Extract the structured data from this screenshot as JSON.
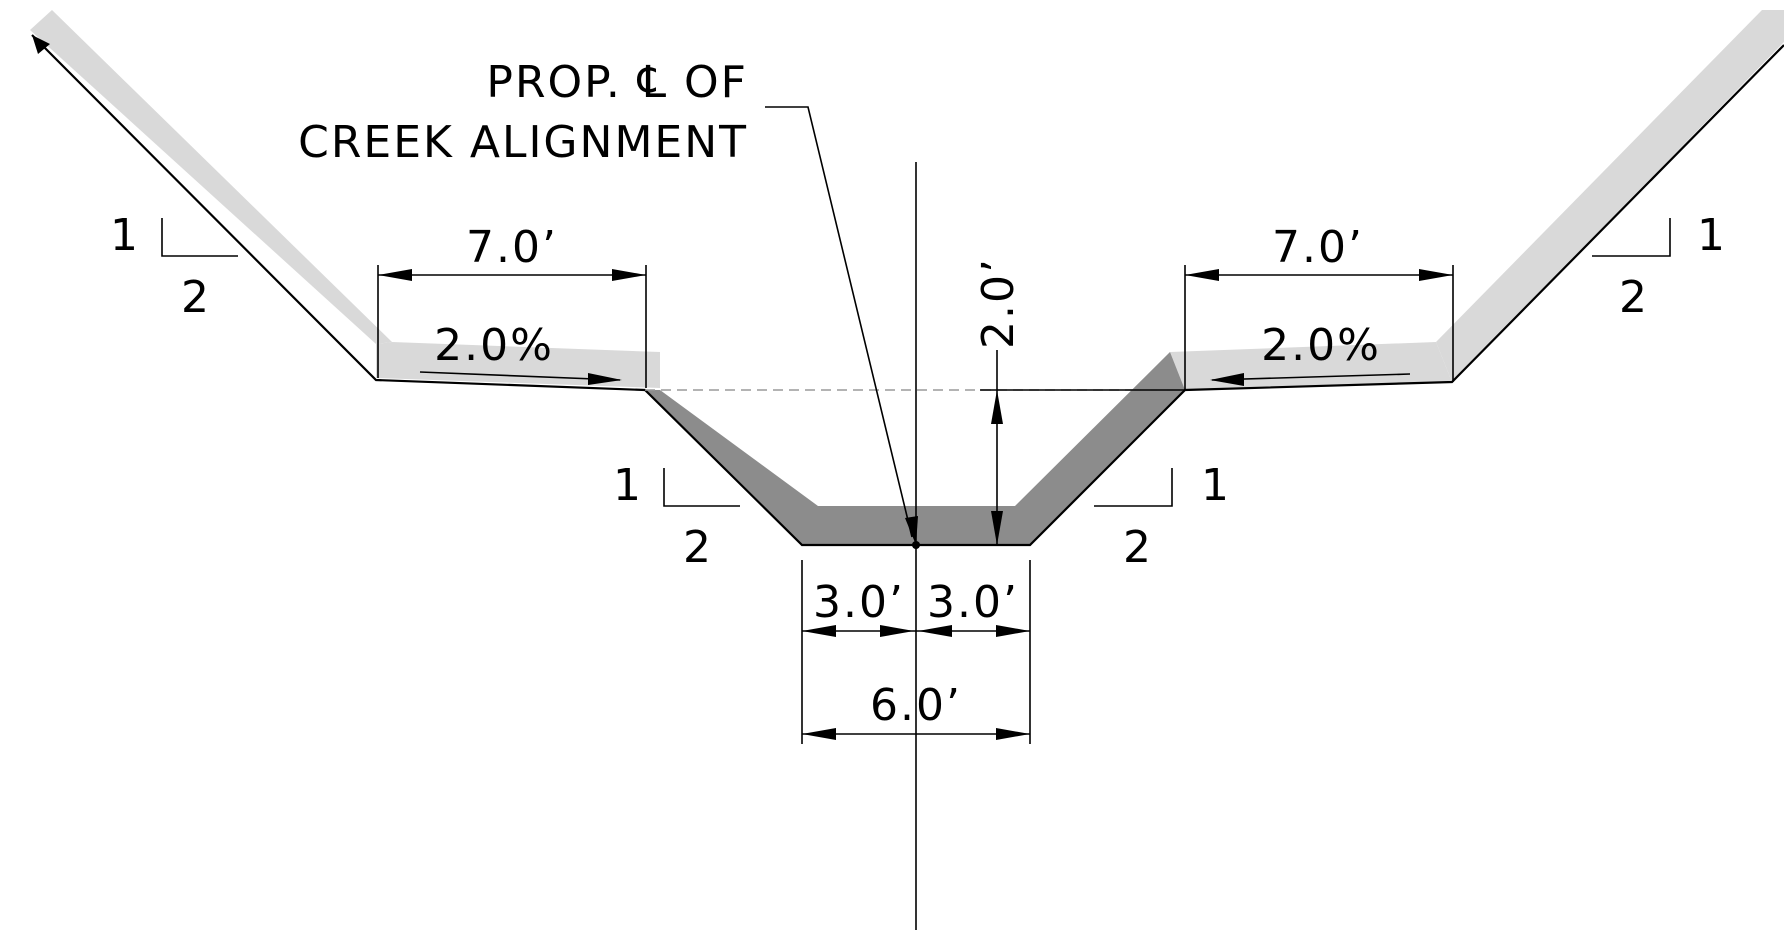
{
  "callout": {
    "line1": "PROP. ℄ OF",
    "line2": "CREEK ALIGNMENT"
  },
  "dimensions": {
    "bench_left_width": "7.0’",
    "bench_right_width": "7.0’",
    "bench_left_slope": "2.0%",
    "bench_right_slope": "2.0%",
    "depth": "2.0’",
    "half_bottom_left": "3.0’",
    "half_bottom_right": "3.0’",
    "bottom_width": "6.0’"
  },
  "slopes": {
    "upper_left": {
      "rise": "1",
      "run": "2"
    },
    "upper_right": {
      "rise": "1",
      "run": "2"
    },
    "lower_left": {
      "rise": "1",
      "run": "2"
    },
    "lower_right": {
      "rise": "1",
      "run": "2"
    }
  },
  "colors": {
    "line": "#000000",
    "light_fill": "#d9d9d9",
    "dark_fill": "#8c8c8c",
    "hidden_line": "#9a9a9a"
  }
}
